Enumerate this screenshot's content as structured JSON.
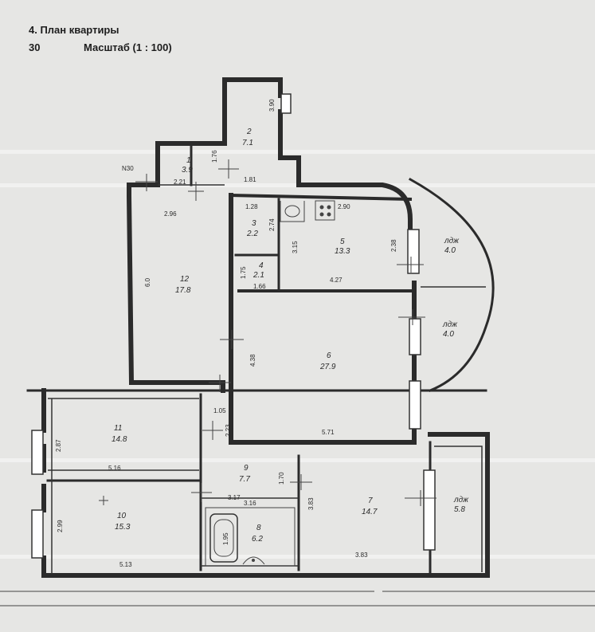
{
  "header": {
    "title": "4. План квартиры",
    "floor": "30",
    "scale": "Масштаб (1 : 100)"
  },
  "north_mark": "N30",
  "rooms": [
    {
      "id": "1",
      "num": "1",
      "area": "3.9"
    },
    {
      "id": "2",
      "num": "2",
      "area": "7.1"
    },
    {
      "id": "3",
      "num": "3",
      "area": "2.2"
    },
    {
      "id": "4",
      "num": "4",
      "area": "2.1"
    },
    {
      "id": "5",
      "num": "5",
      "area": "13.3"
    },
    {
      "id": "6",
      "num": "6",
      "area": "27.9"
    },
    {
      "id": "7",
      "num": "7",
      "area": "14.7"
    },
    {
      "id": "8",
      "num": "8",
      "area": "6.2"
    },
    {
      "id": "9",
      "num": "9",
      "area": "7.7"
    },
    {
      "id": "10",
      "num": "10",
      "area": "15.3"
    },
    {
      "id": "11",
      "num": "11",
      "area": "14.8"
    },
    {
      "id": "12",
      "num": "12",
      "area": "17.8"
    },
    {
      "id": "loggia-a",
      "num": "лдж",
      "area": "4.0"
    },
    {
      "id": "loggia-b",
      "num": "лдж",
      "area": "4.0"
    },
    {
      "id": "loggia-c",
      "num": "лдж",
      "area": "5.8"
    }
  ],
  "dimensions": [
    "3.90",
    "1.76",
    "1.81",
    "2.21",
    "2.96",
    "1.28",
    "2.74",
    "2.90",
    "3.15",
    "2.38",
    "1.75",
    "1.66",
    "4.27",
    "6.0",
    "4.38",
    "1.05",
    "2.23",
    "5.71",
    "2.87",
    "5.16",
    "1.70",
    "3.17",
    "3.16",
    "3.83",
    "2.99",
    "1.95",
    "5.13",
    "3.83"
  ]
}
